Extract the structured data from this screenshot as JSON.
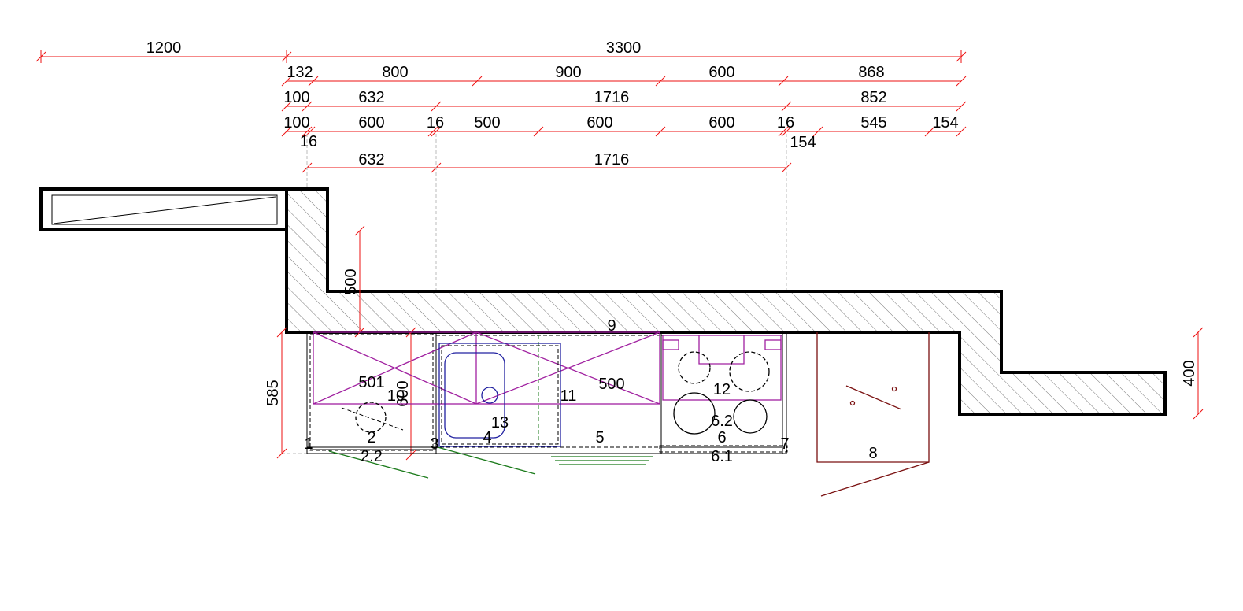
{
  "dimensions": {
    "row1": [
      "1200",
      "3300"
    ],
    "row2": [
      "132",
      "800",
      "900",
      "600",
      "868"
    ],
    "row3": [
      "100",
      "632",
      "1716",
      "852"
    ],
    "row4": [
      "100",
      "600",
      "16",
      "500",
      "600",
      "600",
      "16",
      "545",
      "154"
    ],
    "row4_sub": [
      "16",
      "154"
    ],
    "row5": [
      "632",
      "1716"
    ],
    "vertical": [
      "500",
      "585",
      "600",
      "400"
    ]
  },
  "elements": {
    "labels": [
      "1",
      "2",
      "2.2",
      "3",
      "4",
      "5",
      "6",
      "6.1",
      "6.2",
      "7",
      "8",
      "9",
      "10",
      "11",
      "12",
      "13",
      "500",
      "501"
    ]
  },
  "colors": {
    "dimension": "#e11111",
    "wall": "#000000",
    "upper_cabinet": "#a020a0",
    "sink": "#2020a0",
    "door_swing": "#1a7a1a",
    "fridge": "#7a1010"
  }
}
